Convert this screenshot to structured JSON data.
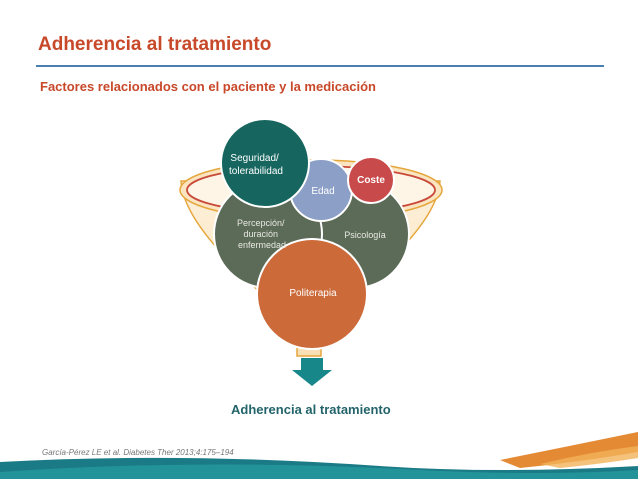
{
  "header": {
    "title": "Adherencia al tratamiento",
    "subtitle": "Factores relacionados con el paciente y la medicación"
  },
  "diagram": {
    "factors": {
      "seguridad": "Seguridad/ tolerabilidad",
      "seguridad_lines": [
        "Seguridad/",
        "tolerabilidad"
      ],
      "edad": "Edad",
      "coste": "Coste",
      "percepcion": "Percepción/ duración enfermedad",
      "percepcion_lines": [
        "Percepción/",
        "duración",
        "enfermedad"
      ],
      "psicologia": "Psicología",
      "politerapia": "Politerapia"
    },
    "result": "Adherencia al tratamiento"
  },
  "citation": "García-Pérez LE et al. Diabetes Ther 2013;4:175–194",
  "colors": {
    "title": "#c8482a",
    "rule": "#4a7fb0",
    "funnel_fill": "#fbe7c6",
    "funnel_stroke": "#e5a63c",
    "rim_stroke": "#c84a3a",
    "seguridad": "#16665f",
    "edad": "#8c9fc6",
    "coste": "#c94a4a",
    "percepcion": "#5c6a58",
    "psicologia": "#5c6a58",
    "politerapia": "#cc6a3a",
    "arrow": "#17878a",
    "result_text": "#23646a",
    "footer_teal": "#1a7b86",
    "footer_orange": "#e48a34"
  }
}
